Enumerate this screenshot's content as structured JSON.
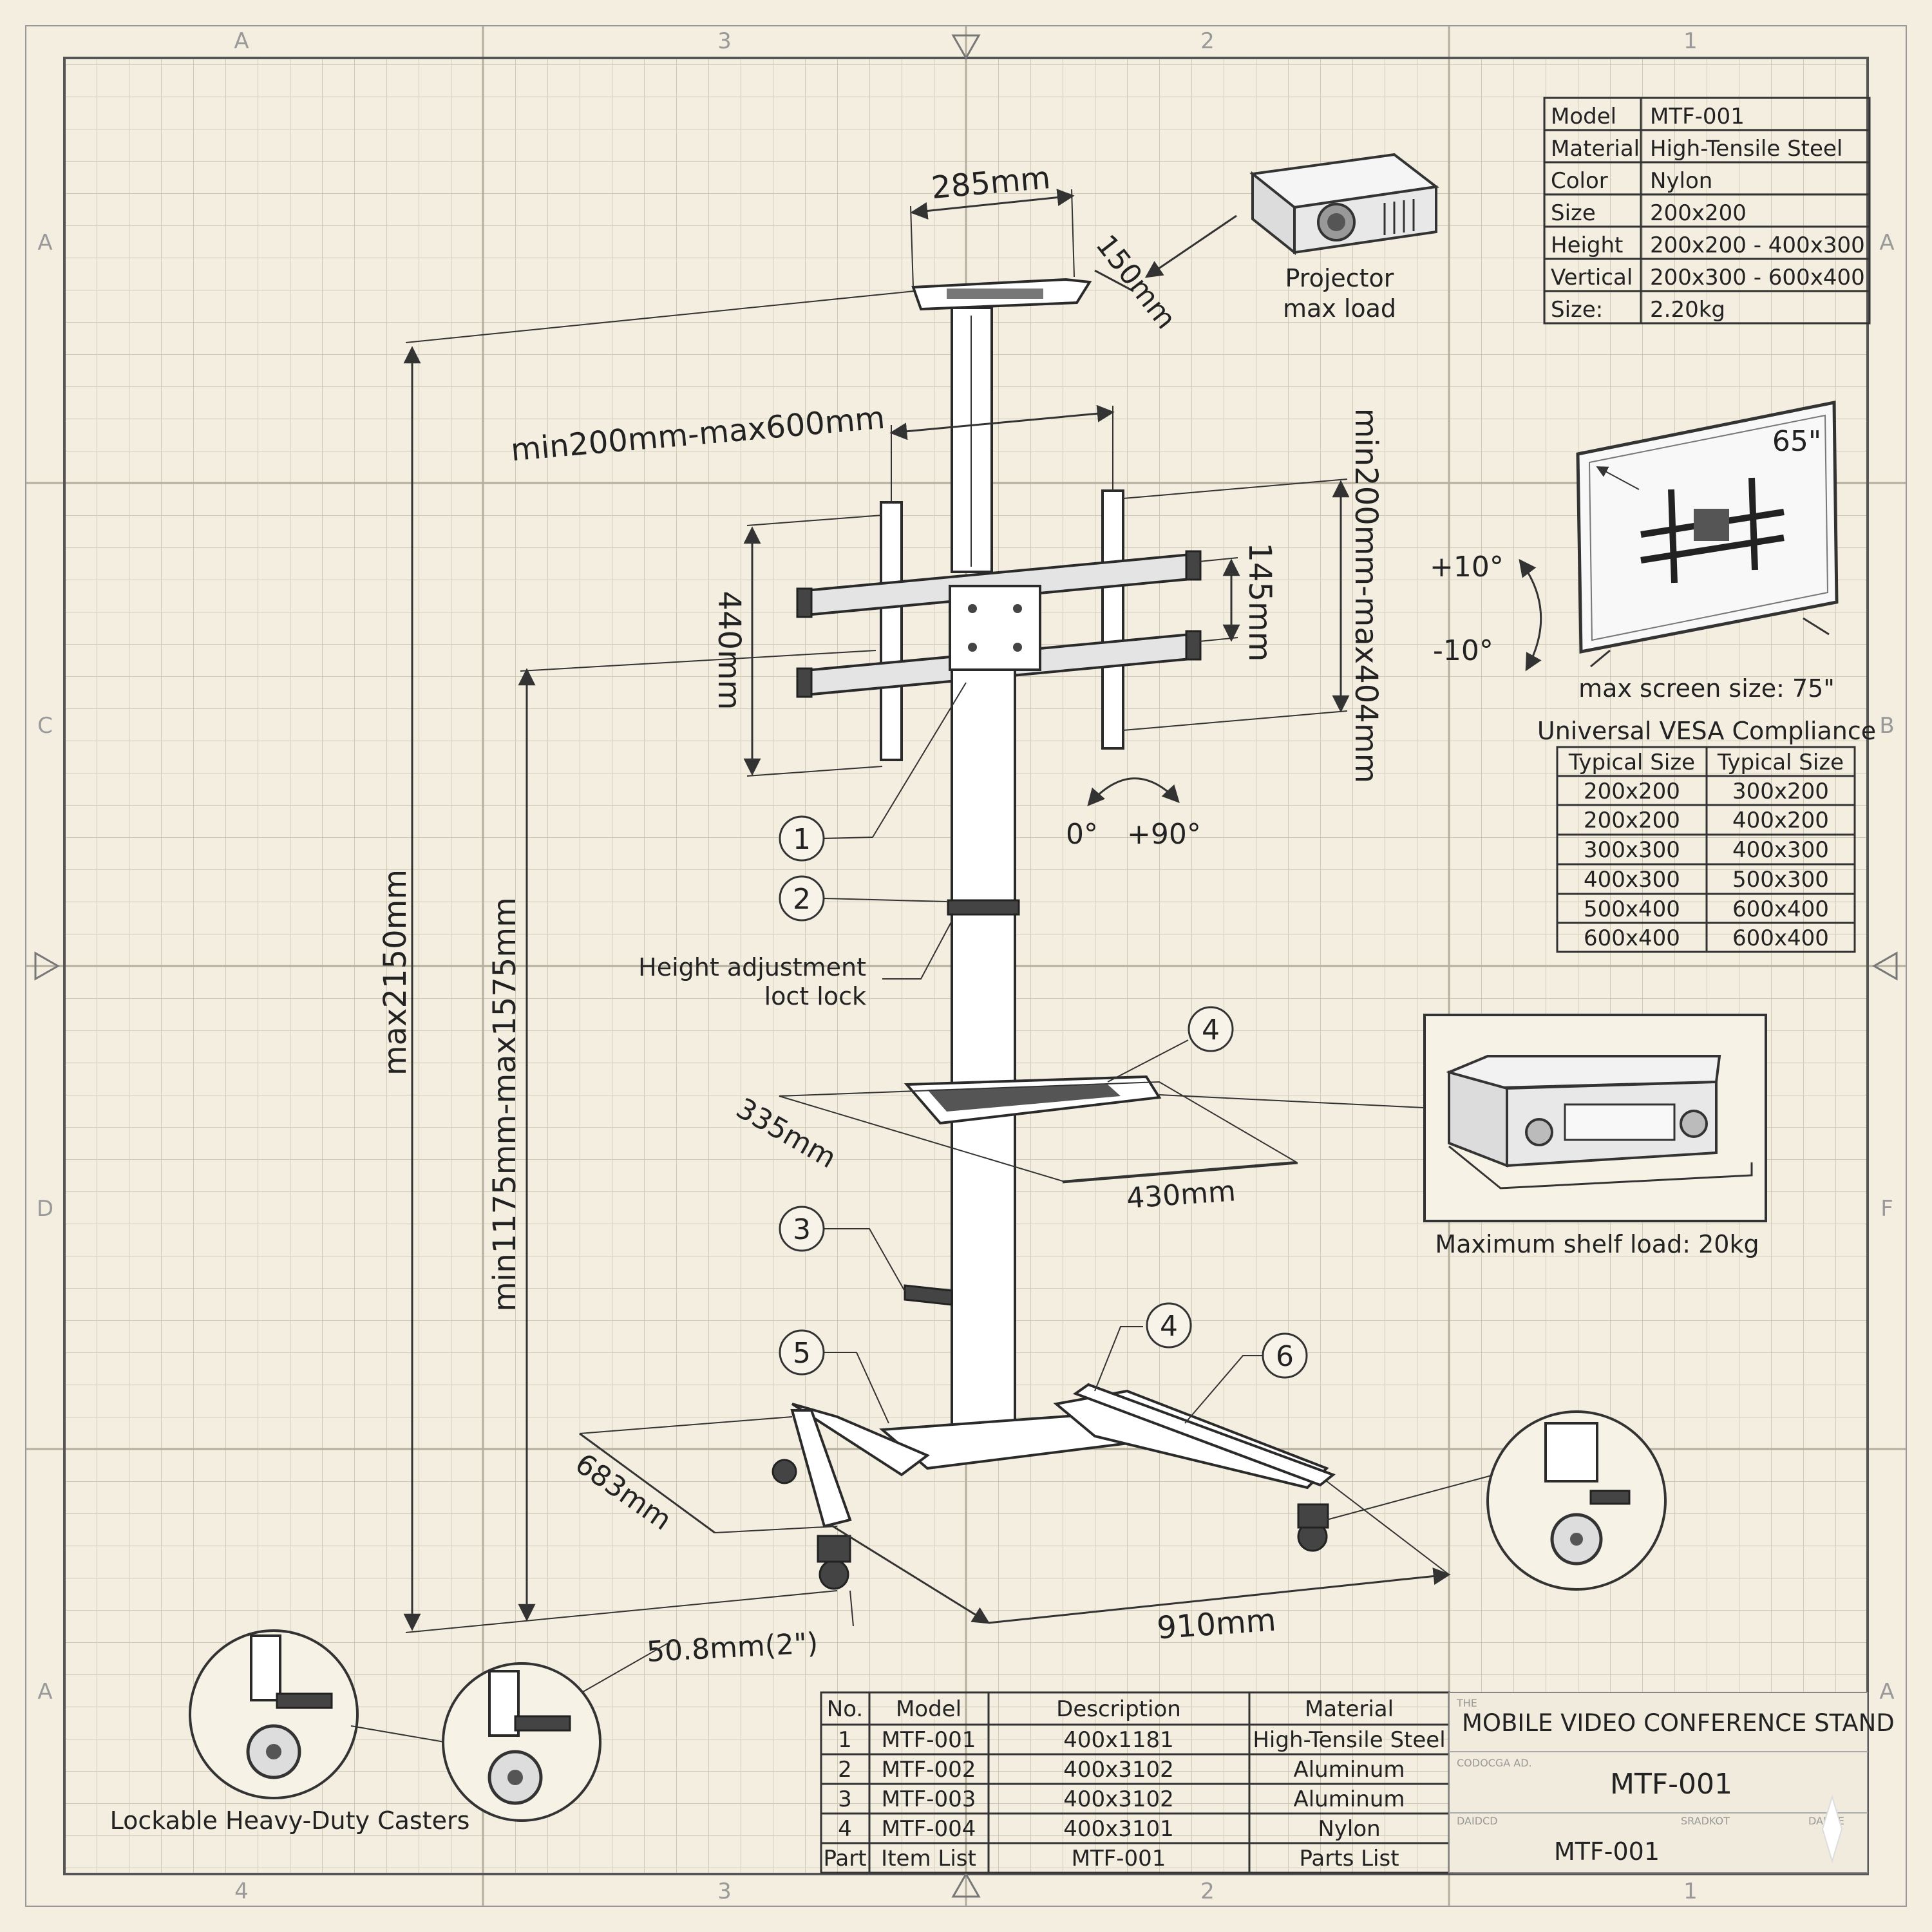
{
  "sheet": {
    "grid_letters_left": [
      "A",
      "A",
      "C",
      "D",
      "A"
    ],
    "grid_letters_right": [
      "A",
      "B",
      "F",
      "A"
    ],
    "grid_numbers_top": [
      "A",
      "3",
      "2",
      "1"
    ],
    "grid_numbers_bottom": [
      "4",
      "3",
      "2",
      "1"
    ]
  },
  "spec_table": [
    {
      "label": "Model",
      "value": "MTF-001"
    },
    {
      "label": "Material",
      "value": "High-Tensile Steel"
    },
    {
      "label": "Color",
      "value": "Nylon"
    },
    {
      "label": "Size",
      "value": "200x200"
    },
    {
      "label": "Height",
      "value": "200x200 - 400x300"
    },
    {
      "label": "Vertical",
      "value": "200x300 - 600x400"
    },
    {
      "label": "Size:",
      "value": "2.20kg"
    }
  ],
  "projector": {
    "line1": "Projector",
    "line2": "max load"
  },
  "dimensions": {
    "top_width": "285mm",
    "top_depth": "150mm",
    "bracket_width": "min200mm-max600mm",
    "bracket_height": "min200mm-max404mm",
    "arm_height": "440mm",
    "arm_gap": "145mm",
    "total_height": "max2150mm",
    "adjust_height": "min1175mm-max1575mm",
    "shelf_depth": "335mm",
    "shelf_width": "430mm",
    "base_depth": "683mm",
    "base_width": "910mm",
    "pole": "50.8mm(2\")"
  },
  "tilt": {
    "up": "+10°",
    "down": "-10°"
  },
  "rotation": {
    "start": "0°",
    "end": "+90°"
  },
  "callouts": [
    "1",
    "2",
    "3",
    "4",
    "4",
    "5",
    "6"
  ],
  "height_lock": {
    "line1": "Height adjustment",
    "line2": "loct lock"
  },
  "tv": {
    "size": "65\"",
    "max_screen": "max screen size: 75\""
  },
  "vesa": {
    "title": "Universal VESA Compliance",
    "headers": [
      "Typical Size",
      "Typical Size"
    ],
    "rows": [
      [
        "200x200",
        "300x200"
      ],
      [
        "200x200",
        "400x200"
      ],
      [
        "300x300",
        "400x300"
      ],
      [
        "400x300",
        "500x300"
      ],
      [
        "500x400",
        "600x400"
      ],
      [
        "600x400",
        "600x400"
      ]
    ]
  },
  "shelf_load": "Maximum shelf load: 20kg",
  "casters_label": "Lockable Heavy-Duty Casters",
  "parts_table": {
    "headers": [
      "No.",
      "Model",
      "Description",
      "Material"
    ],
    "rows": [
      [
        "1",
        "MTF-001",
        "400x1181",
        "High-Tensile Steel"
      ],
      [
        "2",
        "MTF-002",
        "400x3102",
        "Aluminum"
      ],
      [
        "3",
        "MTF-003",
        "400x3102",
        "Aluminum"
      ],
      [
        "4",
        "MTF-004",
        "400x3101",
        "Nylon"
      ],
      [
        "Part",
        "Item List",
        "MTF-001",
        "Parts List"
      ]
    ]
  },
  "title_block": {
    "small1": "THE",
    "title": "MOBILE VIDEO CONFERENCE STAND",
    "small2": "CODOCGA AD.",
    "model": "MTF-001",
    "small3": "DAIDCD",
    "small4": "SRADKOT",
    "model2": "MTF-001",
    "small5": "DAMLE"
  }
}
